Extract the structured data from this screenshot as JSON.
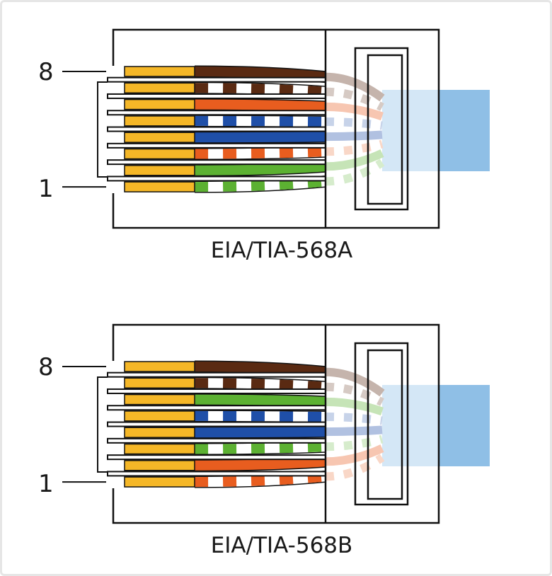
{
  "colors": {
    "pin_gold": "#f5b727",
    "brown": "#5a2a12",
    "orange": "#e85d1f",
    "blue": "#1f4fa8",
    "green": "#5cb132",
    "cable": "#8fbfe6",
    "outline": "#111111"
  },
  "pin_labels": {
    "top": "8",
    "bottom": "1"
  },
  "connectors": [
    {
      "title": "EIA/TIA-568A",
      "wires_pin8_to_pin1": [
        {
          "color": "brown",
          "striped": false
        },
        {
          "color": "brown",
          "striped": true
        },
        {
          "color": "orange",
          "striped": false
        },
        {
          "color": "blue",
          "striped": true
        },
        {
          "color": "blue",
          "striped": false
        },
        {
          "color": "orange",
          "striped": true
        },
        {
          "color": "green",
          "striped": false
        },
        {
          "color": "green",
          "striped": true
        }
      ]
    },
    {
      "title": "EIA/TIA-568B",
      "wires_pin8_to_pin1": [
        {
          "color": "brown",
          "striped": false
        },
        {
          "color": "brown",
          "striped": true
        },
        {
          "color": "green",
          "striped": false
        },
        {
          "color": "blue",
          "striped": true
        },
        {
          "color": "blue",
          "striped": false
        },
        {
          "color": "green",
          "striped": true
        },
        {
          "color": "orange",
          "striped": false
        },
        {
          "color": "orange",
          "striped": true
        }
      ]
    }
  ]
}
